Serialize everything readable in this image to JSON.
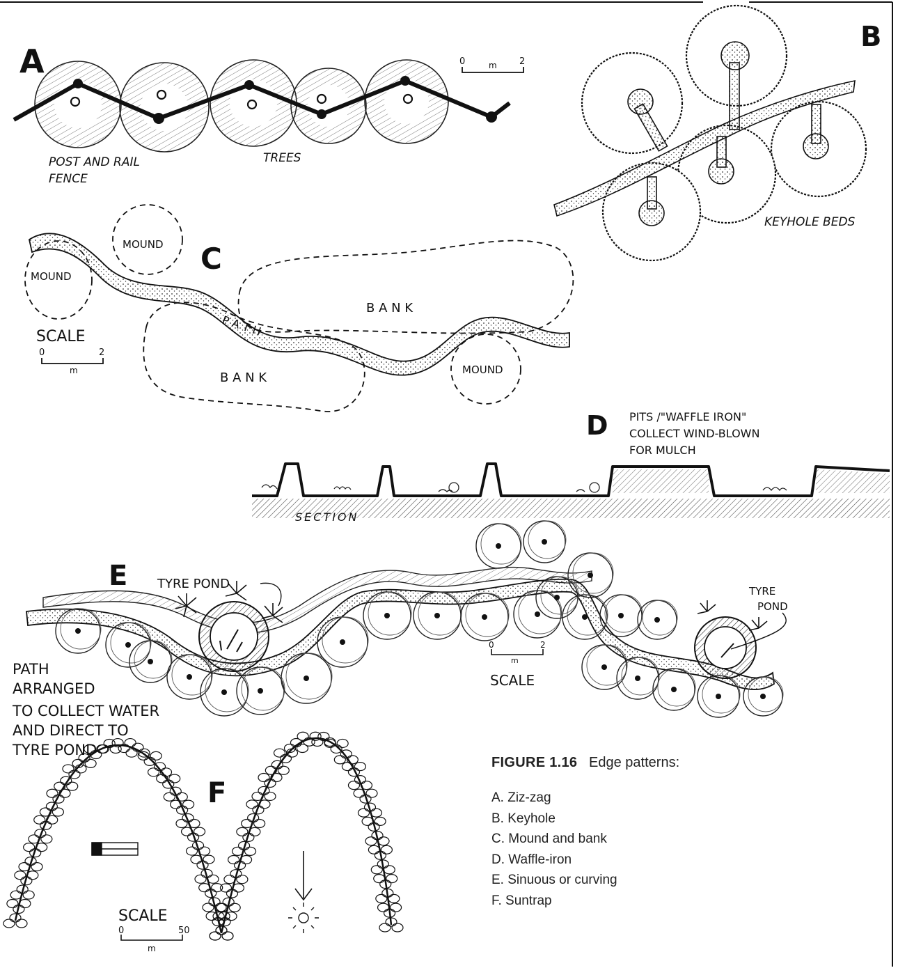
{
  "figure": {
    "number": "FIGURE 1.16",
    "title": "Edge patterns:",
    "items": [
      "A. Ziz-zag",
      "B. Keyhole",
      "C. Mound and bank",
      "D. Waffle-iron",
      "E. Sinuous or curving",
      "F. Suntrap"
    ]
  },
  "panels": {
    "a": {
      "letter": "A",
      "label_fence_1": "POST AND RAIL",
      "label_fence_2": "FENCE",
      "label_trees": "TREES",
      "scale_0": "0",
      "scale_unit": "m",
      "scale_2": "2"
    },
    "b": {
      "letter": "B",
      "label": "KEYHOLE BEDS"
    },
    "c": {
      "letter": "C",
      "mound": "MOUND",
      "bank": "B A N K",
      "path": "P A T H",
      "scale": "SCALE",
      "scale_0": "0",
      "scale_2": "2",
      "scale_unit": "m"
    },
    "d": {
      "letter": "D",
      "note_1": "PITS /\"WAFFLE IRON\"",
      "note_2": "COLLECT WIND-BLOWN",
      "note_3": "FOR MULCH",
      "section": "SECTION"
    },
    "e": {
      "letter": "E",
      "tyre_pond": "TYRE POND",
      "tyre": "TYRE",
      "pond": "POND",
      "scale": "SCALE",
      "scale_0": "0",
      "scale_2": "2",
      "scale_unit": "m",
      "note_1": "PATH",
      "note_2": "ARRANGED",
      "note_3": "TO COLLECT WATER",
      "note_4": "AND DIRECT TO",
      "note_5": "TYRE POND"
    },
    "f": {
      "letter": "F",
      "scale": "SCALE",
      "scale_0": "0",
      "scale_50": "50",
      "scale_unit": "m"
    }
  }
}
